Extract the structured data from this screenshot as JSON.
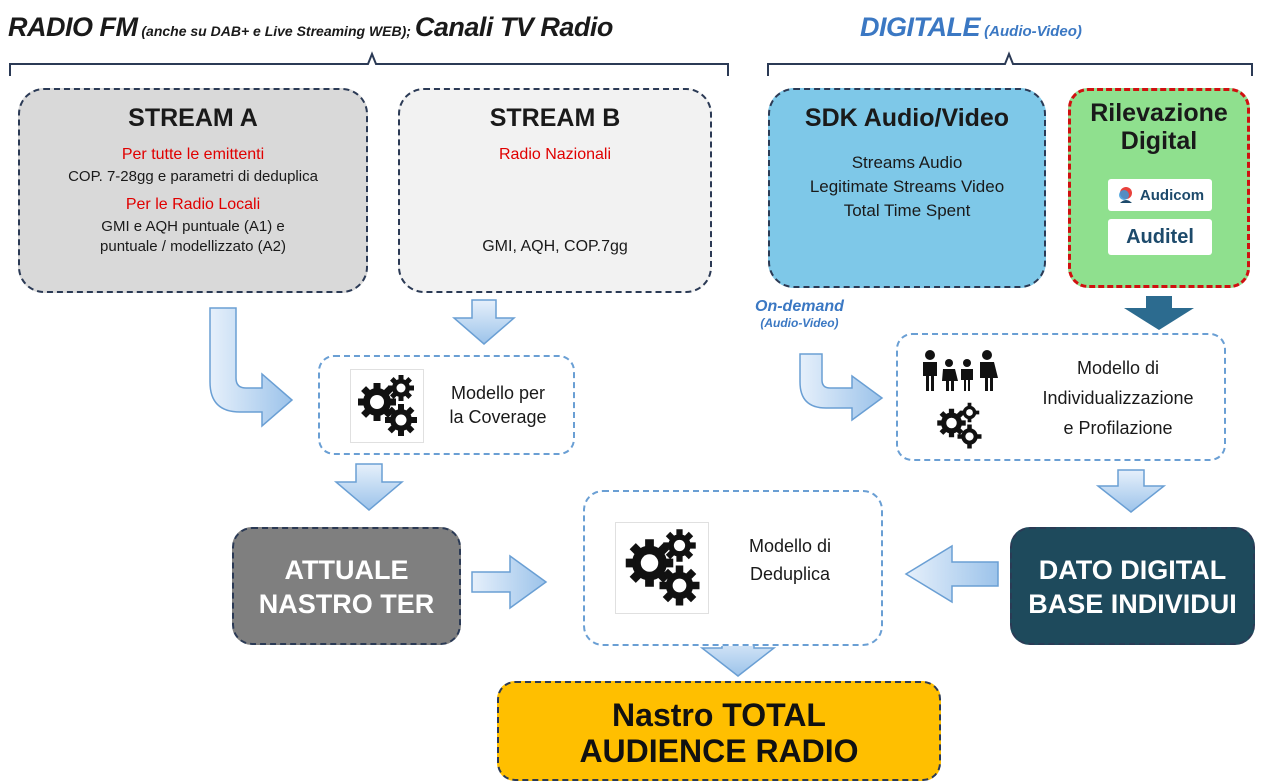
{
  "header_left": {
    "main": "RADIO FM",
    "note": " (anche su DAB+ e Live Streaming WEB); ",
    "tail": "Canali TV Radio"
  },
  "header_right": {
    "main": "DIGITALE",
    "note": " (Audio-Video)"
  },
  "stream_a": {
    "title": "STREAM A",
    "line1_red": "Per tutte le emittenti",
    "line2": "COP. 7-28gg e parametri di deduplica",
    "line3_red": "Per le Radio Locali",
    "line4": "GMI e AQH puntuale (A1) e",
    "line5": "puntuale / modellizzato (A2)"
  },
  "stream_b": {
    "title": "STREAM B",
    "line1_red": "Radio Nazionali",
    "line2": "GMI, AQH, COP.7gg"
  },
  "sdk": {
    "title": "SDK Audio/Video",
    "line1": "Streams Audio",
    "line2": "Legitimate Streams Video",
    "line3": "Total Time Spent"
  },
  "rilevazione": {
    "title_line1": "Rilevazione",
    "title_line2": "Digital",
    "logo1": "Audicom",
    "logo2": "Auditel"
  },
  "model_coverage": {
    "line1": "Modello per",
    "line2": "la Coverage"
  },
  "model_ind": {
    "line1": "Modello di",
    "line2": "Individualizzazione",
    "line3": "e Profilazione"
  },
  "model_ded": {
    "line1": "Modello di",
    "line2": "Deduplica"
  },
  "on_demand": {
    "line1": "On-demand",
    "line2": "(Audio-Video)"
  },
  "attuale": {
    "line1": "ATTUALE",
    "line2": "NASTRO TER"
  },
  "dato": {
    "line1": "DATO DIGITAL",
    "line2": "BASE INDIVIDUI"
  },
  "nastro": {
    "line1": "Nastro TOTAL",
    "line2": "AUDIENCE RADIO"
  },
  "colors": {
    "stream_a_bg": "#d9d9d9",
    "stream_b_bg": "#f2f2f2",
    "sdk_bg": "#7ec8e8",
    "rilevazione_bg": "#8fe08e",
    "attuale_bg": "#7f7f7f",
    "dato_bg": "#1e4a5c",
    "nastro_bg": "#ffbf00",
    "accent_red": "#e00000",
    "accent_blue": "#3b78c3"
  },
  "icons": [
    "gears-icon",
    "family-icon",
    "arrow-down-icon",
    "arrow-right-icon",
    "curved-arrow-icon",
    "audicom-logo",
    "auditel-logo"
  ]
}
